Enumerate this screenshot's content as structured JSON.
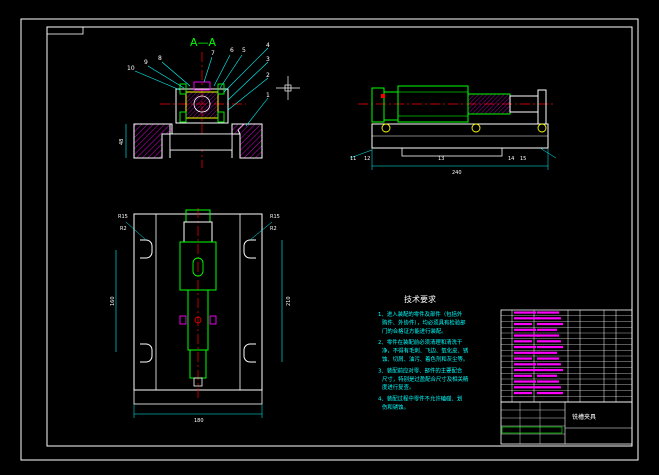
{
  "drawing": {
    "section_label": "A—A",
    "part_numbers_section": [
      "10",
      "9",
      "8",
      "7",
      "6",
      "5",
      "4",
      "3",
      "2",
      "1"
    ],
    "dim_section_height": "48",
    "side_view": {
      "dim_total": "240",
      "label_left": "11",
      "label_left2": "12",
      "label_mid": "13",
      "label_right": "14",
      "label_right2": "15"
    },
    "plan_view": {
      "label_left_top": "R15",
      "label_left_mid": "R2",
      "label_right_top": "R15",
      "label_right_mid": "R2",
      "dim_left_height": "160",
      "dim_right_height": "210",
      "dim_bottom_width": "180"
    }
  },
  "tech_requirements": {
    "title": "技术要求",
    "items": [
      "1、进入装配的零件及部件（包括外购件、外协件），均必须具有检验部门的合格证方能进行装配。",
      "2、零件在装配前必须清理和清洗干净，不得有毛刺、飞边、氧化皮、锈蚀、切屑、油污、着色剂和灰尘等。",
      "3、装配前应对零、部件的主要配合尺寸，特别是过盈配合尺寸及相关精度进行复查。",
      "4、装配过程中零件不允许磕碰、划伤和锈蚀。"
    ]
  },
  "title_block": {
    "drawing_name": "铣槽夹具"
  },
  "colors": {
    "background": "#000000",
    "frame": "#ffffff",
    "outline": "#ffffff",
    "center_line": "#ff0000",
    "dimension": "#00ffff",
    "hatch": "#ff00ff",
    "part_green": "#00ff00",
    "part_yellow": "#ffff00",
    "table_magenta": "#ff00ff",
    "text_cyan": "#00ffff"
  }
}
